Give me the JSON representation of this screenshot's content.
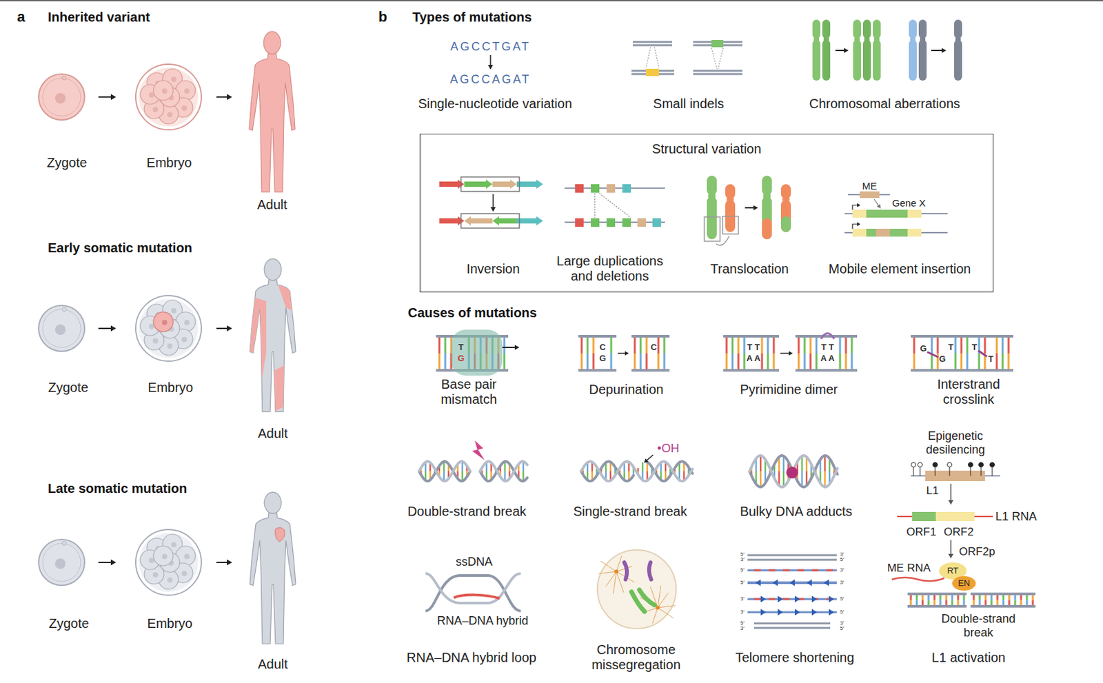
{
  "diagram": {
    "nodes": [
      {
        "text": [
          "Structural variation"
        ]
      }
    ],
    "labels": [
      "a",
      "Inherited variant",
      "Zygote",
      "Embryo",
      "Adult",
      "Early somatic mutation",
      "Zygote",
      "Embryo",
      "Adult",
      "Late somatic mutation",
      "Zygote",
      "Embryo",
      "Adult",
      "b",
      "Types of mutations",
      "AGCCTGAT",
      "AGCCAGAT",
      "Single-nucleotide variation",
      "Small indels",
      "Chromosomal aberrations",
      "Inversion",
      "Large duplications and deletions",
      "Translocation",
      "ME",
      "Gene X",
      "Mobile element insertion",
      "Causes of mutations",
      "T",
      "G",
      "C",
      "G",
      "C",
      "T T",
      "A A",
      "T T",
      "A A",
      "G",
      "G",
      "T",
      "T",
      "T",
      "Base pair mismatch",
      "Depurination",
      "Pyrimidine dimer",
      "Interstrand crosslink",
      "Double-strand break",
      "•OH",
      "Single-strand break",
      "Bulky DNA adducts",
      "Epigenetic desilencing",
      "L1",
      "L1 RNA",
      "ORF1",
      "ORF2",
      "ORF2p",
      "ME RNA",
      "RT",
      "EN",
      "Double-strand break",
      "L1 activation",
      "ssDNA",
      "RNA–DNA hybrid",
      "RNA–DNA hybrid loop",
      "Chromosome missegregation",
      "Telomere shortening",
      "5′",
      "3′",
      "3′",
      "5′",
      "5′",
      "3′",
      "5′",
      "3′",
      "3′",
      "5′",
      "3′",
      "5′",
      "5′",
      "3′",
      "3′",
      "5′"
    ]
  }
}
